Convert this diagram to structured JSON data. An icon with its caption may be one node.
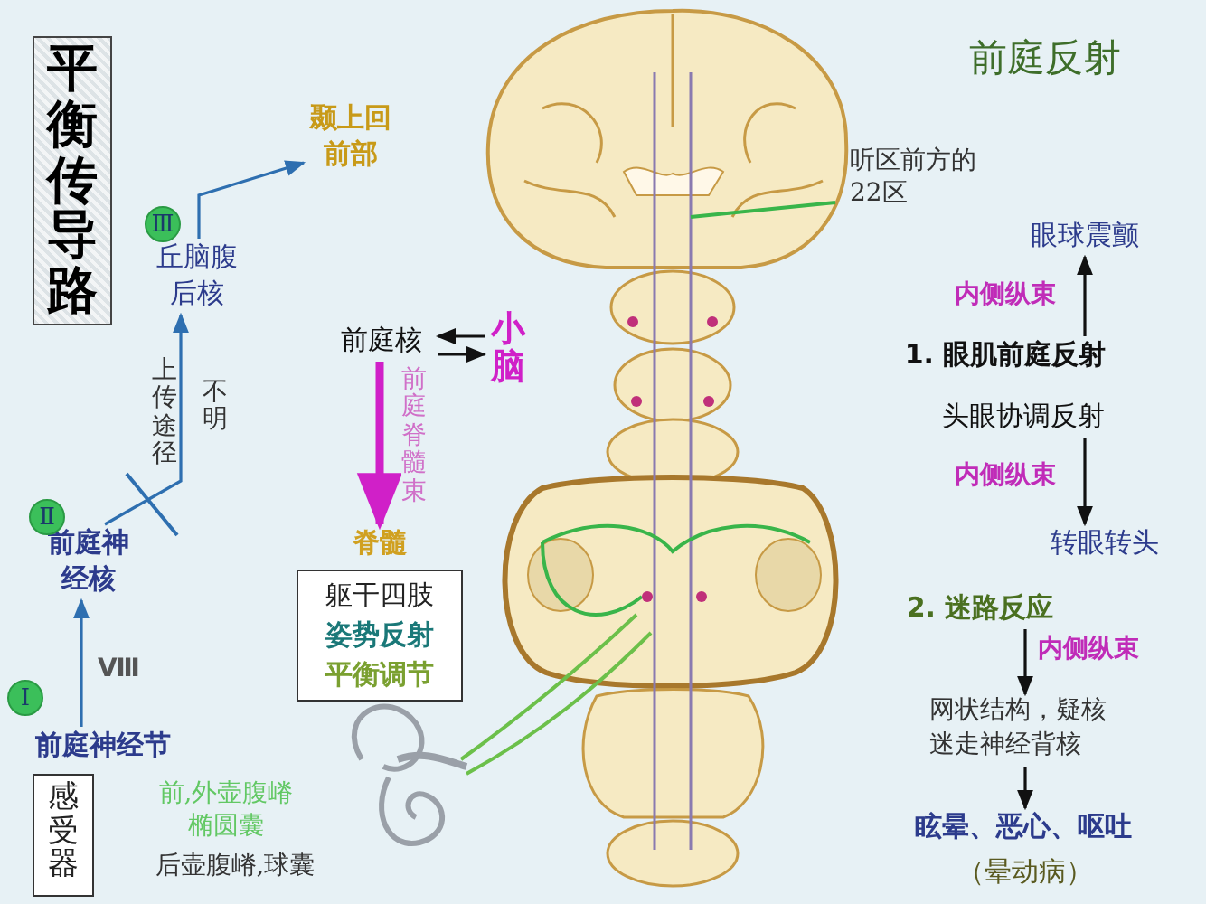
{
  "diagram": {
    "title": "平衡传导路",
    "nodes": [
      {
        "text": [
          "感受器"
        ]
      },
      {
        "text": [
          "前庭神经节"
        ],
        "beside": [
          "Ⅰ"
        ]
      },
      {
        "text": [
          "前庭神经核"
        ],
        "beside": [
          "Ⅱ"
        ]
      },
      {
        "text": [
          "丘脑腹后核"
        ],
        "beside": [
          "Ⅲ"
        ]
      },
      {
        "text": [
          "颞上回前部"
        ]
      },
      {
        "text": [
          "前庭核"
        ]
      },
      {
        "text": [
          "小脑"
        ]
      },
      {
        "text": [
          "脊髓"
        ]
      },
      {
        "text": [
          "躯干四肢",
          "姿势反射",
          "平衡调节"
        ]
      },
      {
        "text": [
          "眼球震颤"
        ]
      },
      {
        "text": [
          "1. 眼肌前庭反射"
        ]
      },
      {
        "text": [
          "头眼协调反射"
        ]
      },
      {
        "text": [
          "转眼转头"
        ]
      },
      {
        "text": [
          "2. 迷路反应"
        ]
      },
      {
        "text": [
          "网状结构，疑核迷走神经背核"
        ]
      },
      {
        "text": [
          "眩晕、恶心、呕吐"
        ],
        "beside": [
          "（晕动病）"
        ]
      }
    ],
    "edges": [
      {
        "from": 1,
        "to": 2,
        "arrow": "to",
        "label": "Ⅷ",
        "color": "#2e6fb0"
      },
      {
        "from": 2,
        "to": 3,
        "arrow": "to",
        "color": "#2e6fb0"
      },
      {
        "from": 3,
        "to": 4,
        "arrow": "to",
        "color": "#2e6fb0"
      },
      {
        "from": 6,
        "to": 5,
        "arrow": "to"
      },
      {
        "from": 5,
        "to": 6,
        "arrow": "to"
      },
      {
        "from": 5,
        "to": 7,
        "arrow": "to",
        "label": "前庭脊髓束",
        "color": "#d020c8",
        "style": "thick"
      },
      {
        "from": 10,
        "to": 9,
        "arrow": "to",
        "label": "内侧纵束"
      },
      {
        "from": 11,
        "to": 12,
        "arrow": "to",
        "label": "内侧纵束"
      },
      {
        "from": 13,
        "to": 14,
        "arrow": "to",
        "label": "内侧纵束"
      },
      {
        "from": 14,
        "to": 15,
        "arrow": "to"
      }
    ],
    "labels": [
      "前庭反射",
      "听区前方的22区",
      "上传途径",
      "不明",
      "前,外壶腹嵴椭圆囊",
      "后壶腹嵴,球囊"
    ]
  }
}
